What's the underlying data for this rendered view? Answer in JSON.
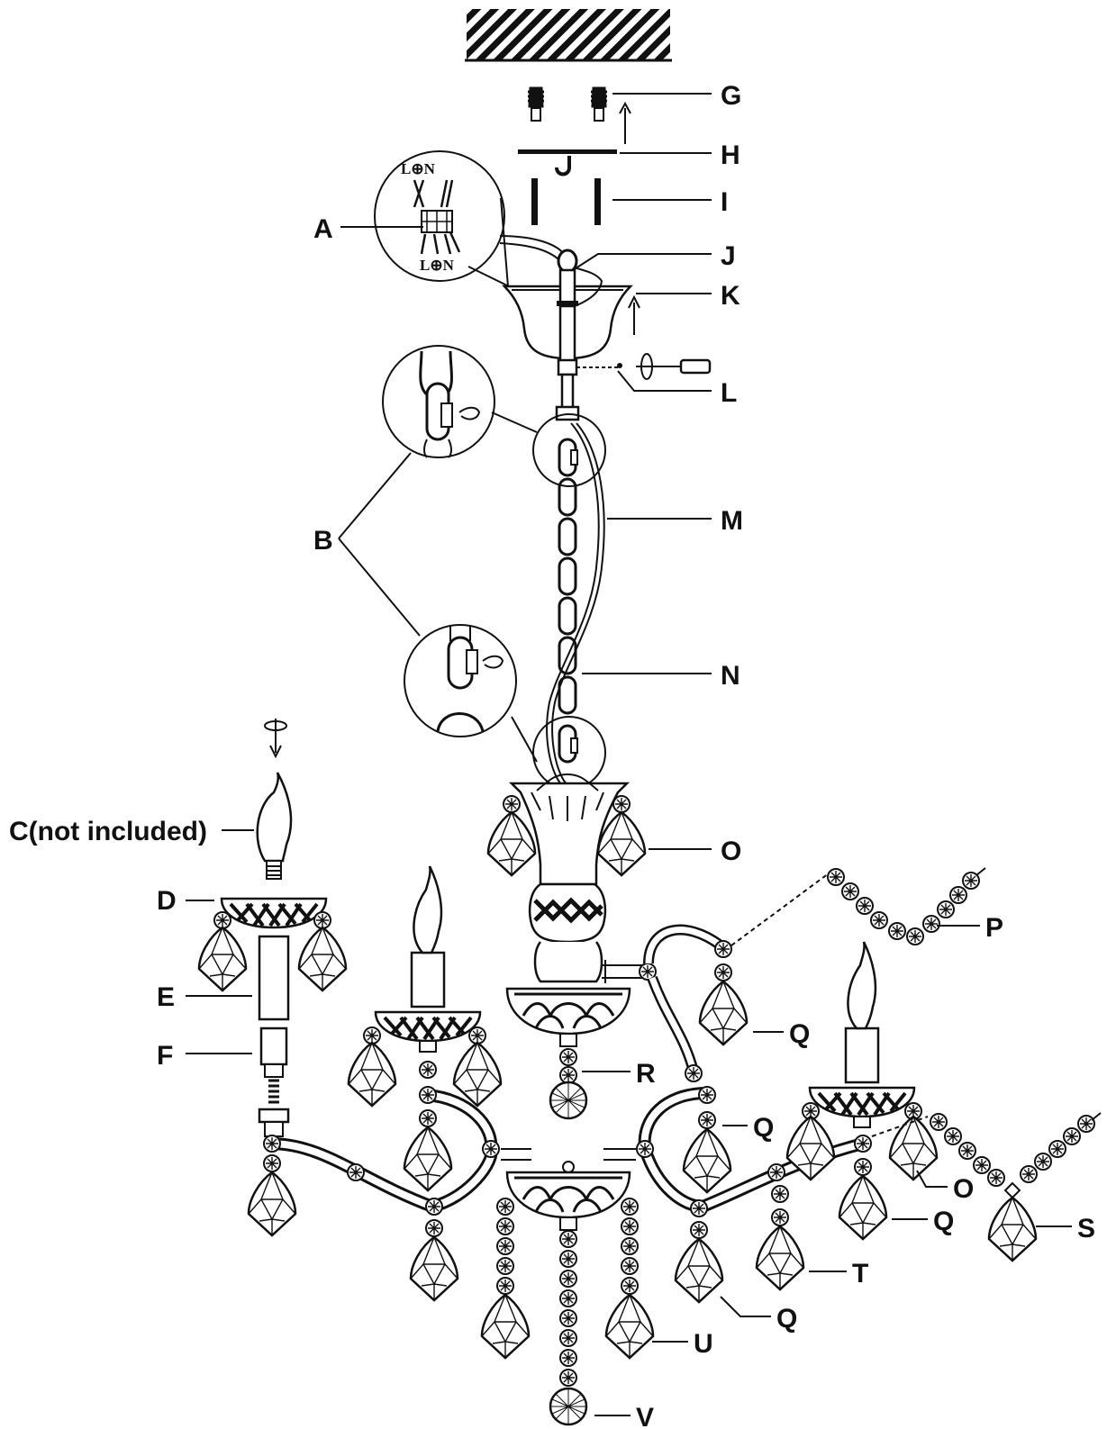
{
  "labels": {
    "A": "A",
    "B": "B",
    "C": "C(not included)",
    "D": "D",
    "E": "E",
    "F": "F",
    "G": "G",
    "H": "H",
    "I": "I",
    "J": "J",
    "K": "K",
    "L": "L",
    "M": "M",
    "N": "N",
    "O1": "O",
    "O2": "O",
    "P": "P",
    "Q1": "Q",
    "Q2": "Q",
    "Q3": "Q",
    "Q4": "Q",
    "R": "R",
    "S": "S",
    "T": "T",
    "U": "U",
    "V": "V"
  },
  "wiring": {
    "top": "L⊕N",
    "bottom": "L⊕N"
  }
}
